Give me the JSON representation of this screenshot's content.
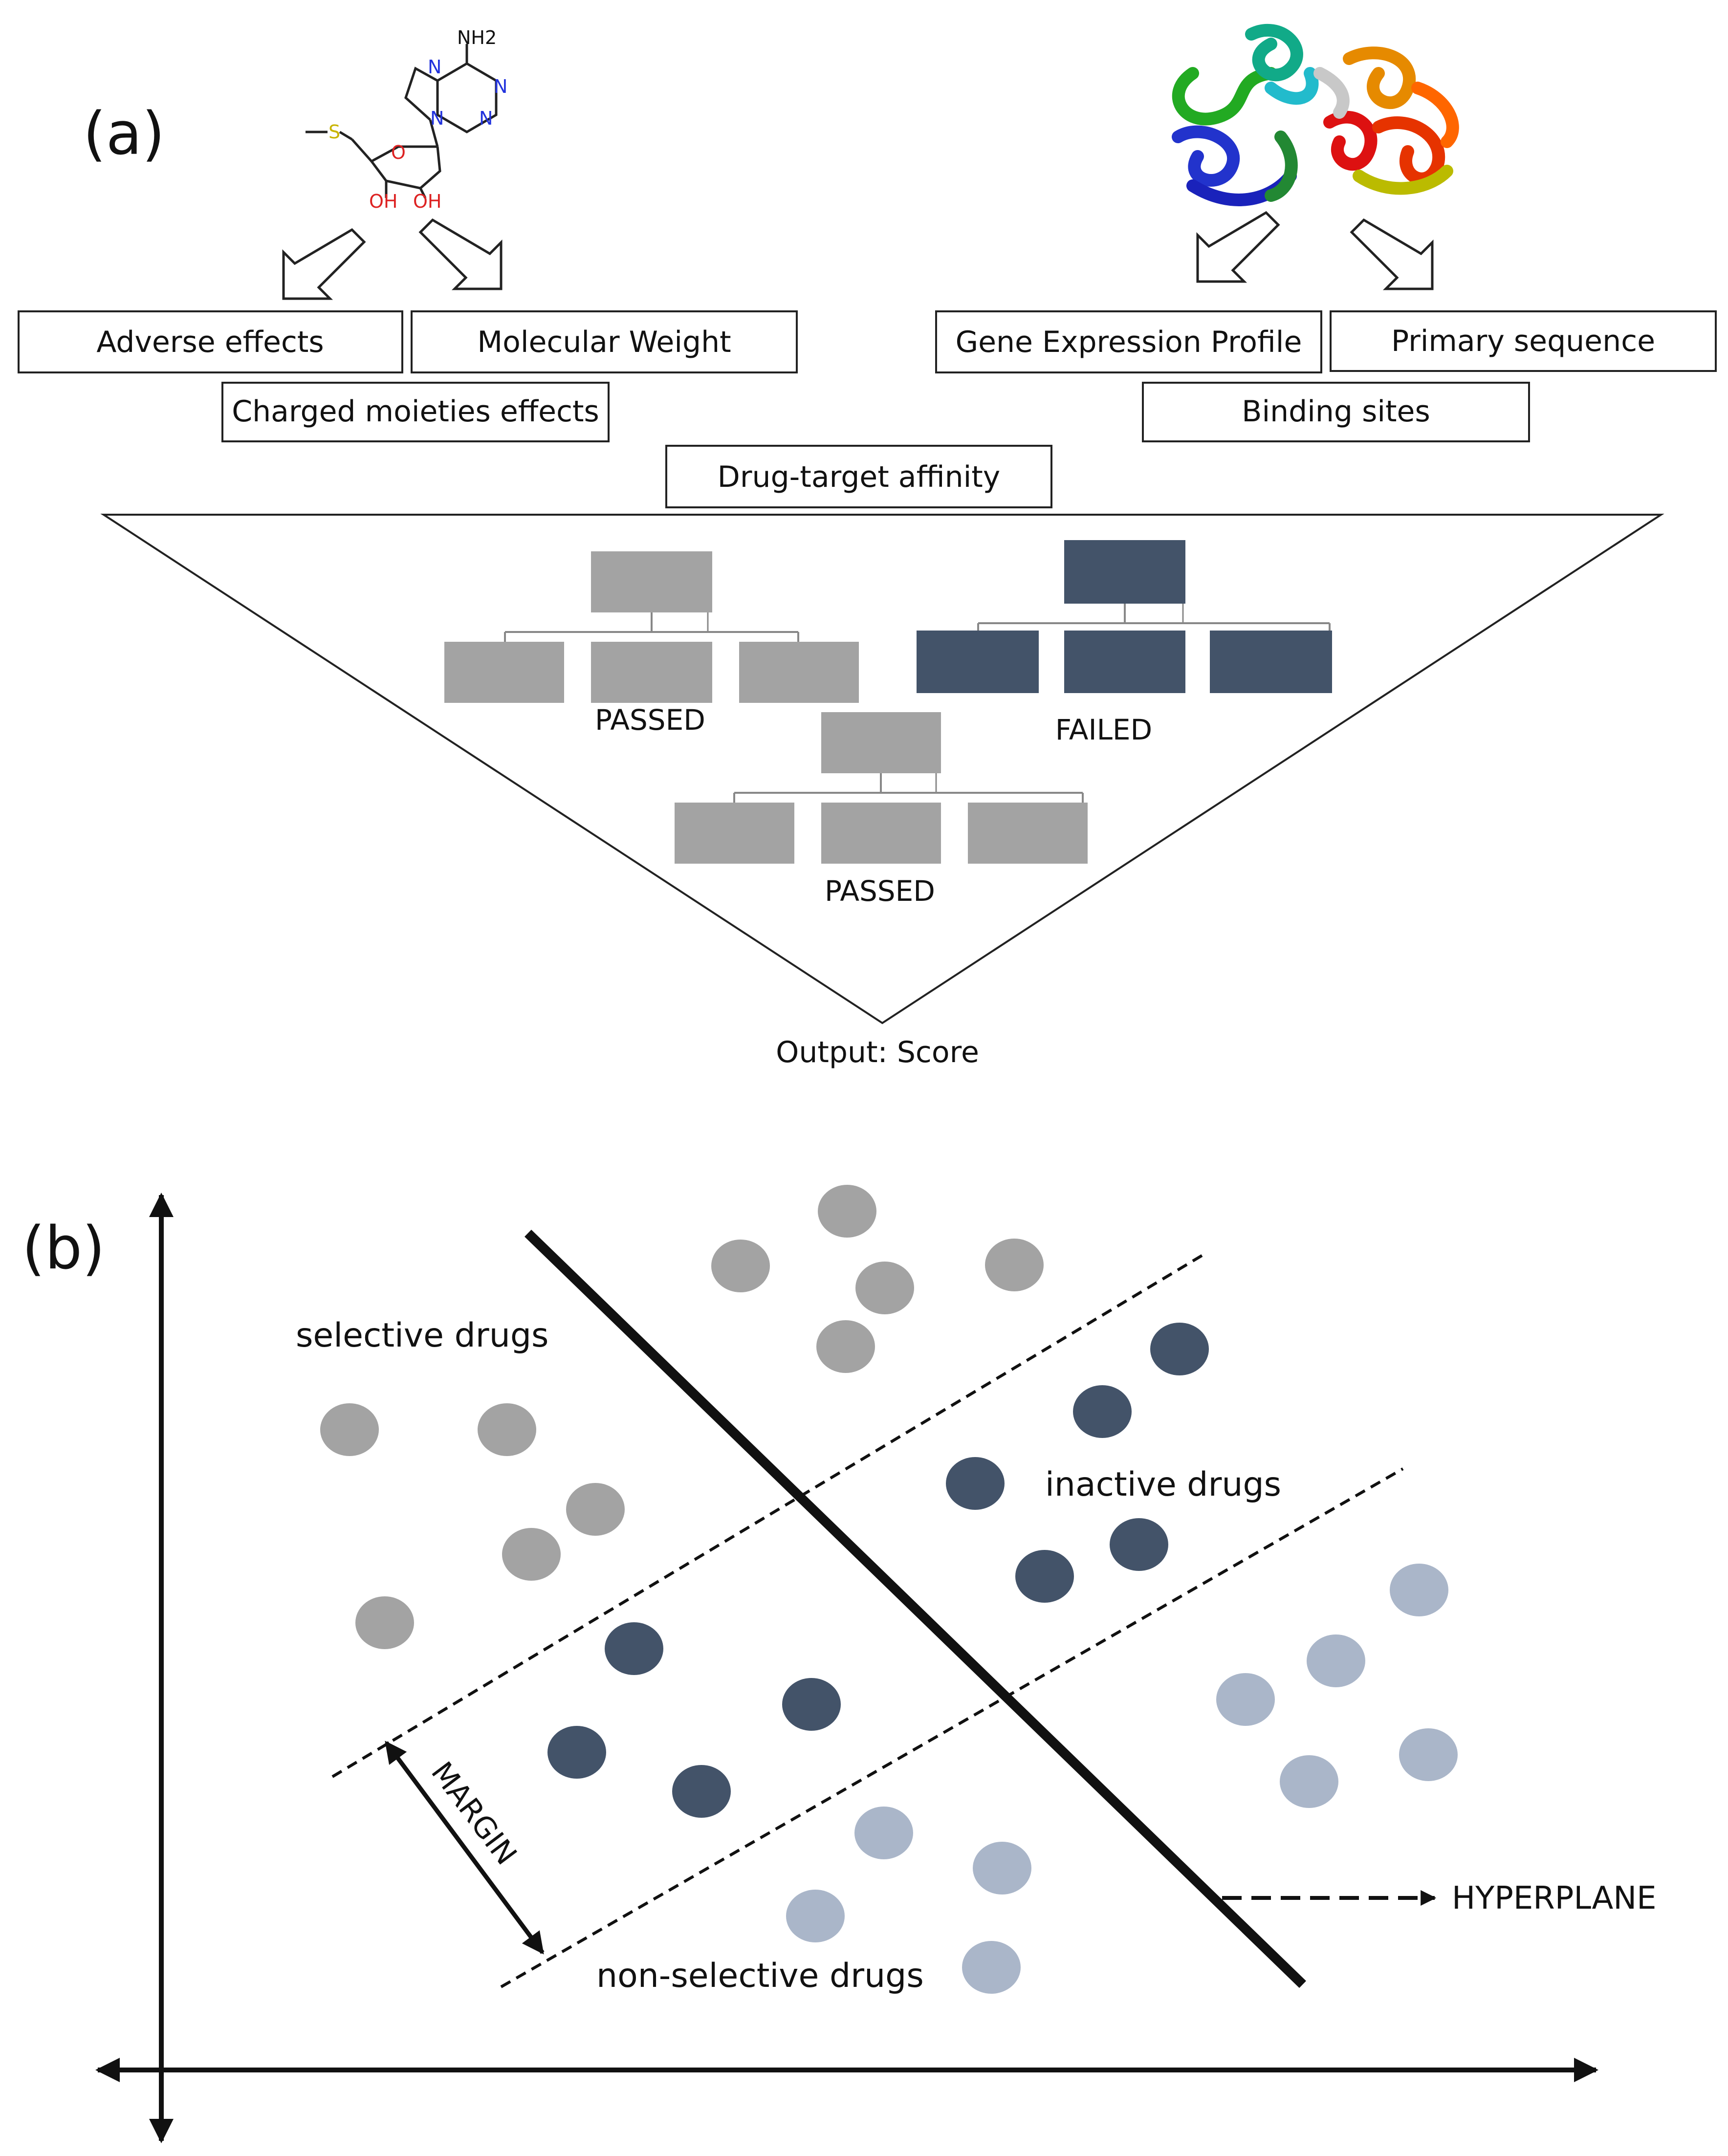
{
  "panel_a": {
    "label": "(a)",
    "molecule": {
      "atoms": [
        "NH2",
        "N",
        "N",
        "N",
        "N",
        "S",
        "O",
        "OH",
        "OH"
      ]
    },
    "drug_features": [
      "Adverse effects",
      "Molecular Weight",
      "Charged moieties effects"
    ],
    "target_features": [
      "Gene Expression Profile",
      "Primary sequence",
      "Binding sites"
    ],
    "combined_feature": "Drug-target affinity",
    "trees": [
      {
        "status": "PASSED",
        "color": "#a3a3a3"
      },
      {
        "status": "FAILED",
        "color": "#435369"
      },
      {
        "status": "PASSED",
        "color": "#a3a3a3"
      }
    ],
    "output": "Output: Score"
  },
  "panel_b": {
    "label": "(b)",
    "class_labels": {
      "selective": "selective drugs",
      "inactive": "inactive drugs",
      "non_selective": "non-selective drugs"
    },
    "margin_label": "MARGIN",
    "hyperplane_label": "HYPERPLANE",
    "colors": {
      "selective": "#a3a3a3",
      "inactive": "#435369",
      "non_selective": "#aab6c9"
    }
  }
}
